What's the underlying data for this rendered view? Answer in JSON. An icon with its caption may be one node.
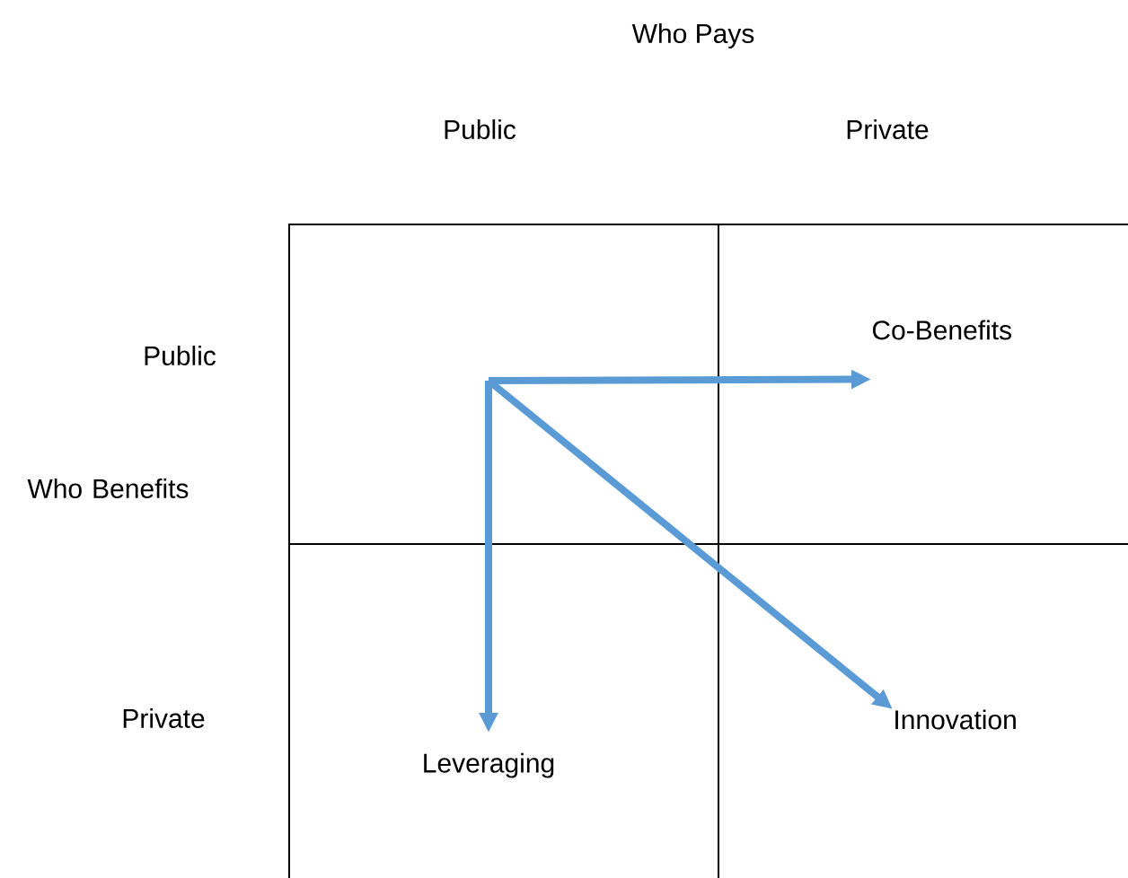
{
  "diagram": {
    "nodes": [
      {
        "text": [
          "Co-Benefits"
        ]
      },
      {
        "text": [
          "Innovation"
        ]
      },
      {
        "text": [
          "Leveraging"
        ]
      }
    ],
    "edges": [
      {
        "from": null,
        "to": 0,
        "arrow": "to"
      },
      {
        "from": null,
        "to": 1,
        "arrow": "to"
      },
      {
        "from": null,
        "to": 2,
        "arrow": "to"
      }
    ],
    "labels": [
      "Who Pays",
      "Public",
      "Private",
      "Public",
      "Who Benefits",
      "Private"
    ]
  }
}
